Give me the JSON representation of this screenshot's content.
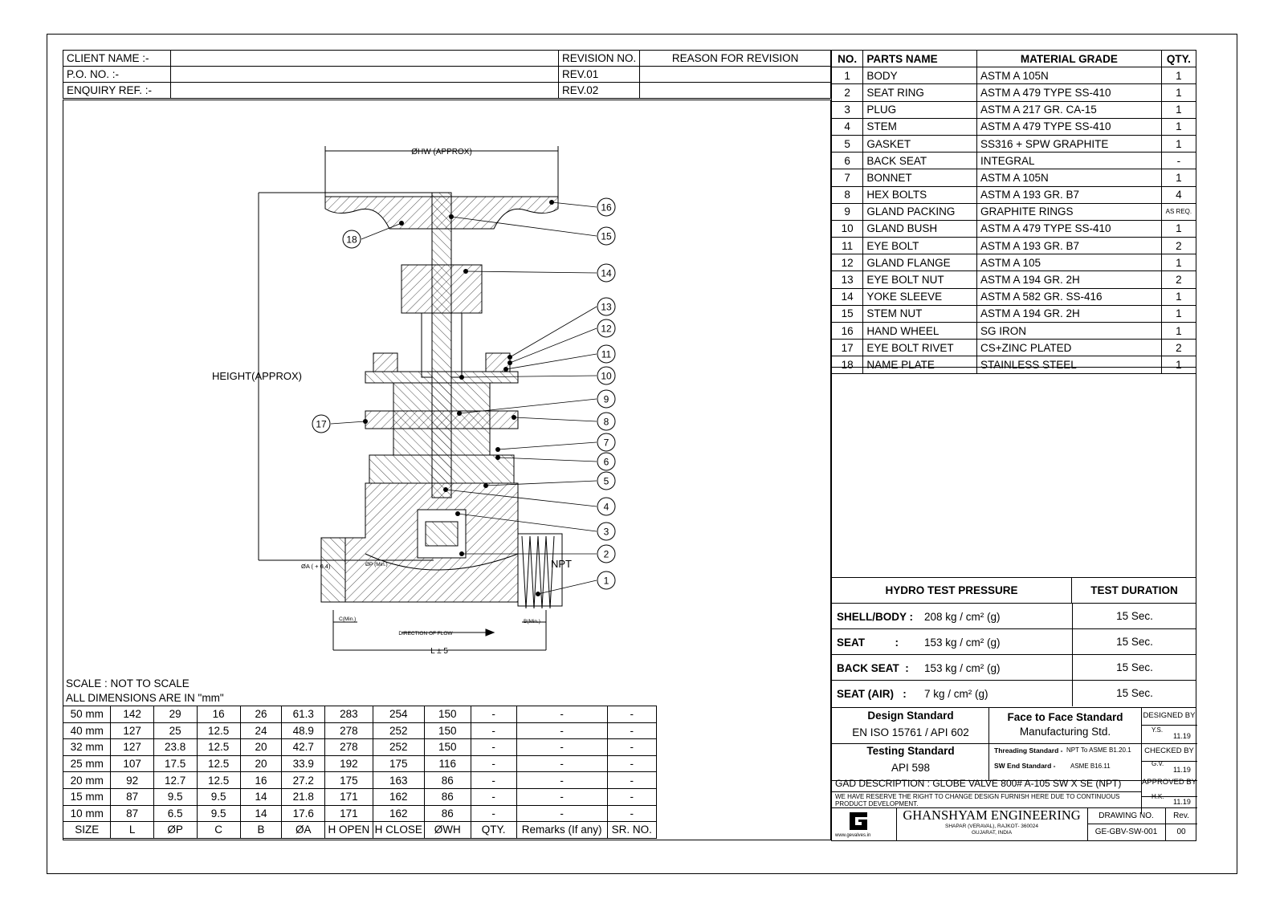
{
  "header": {
    "client_name": "CLIENT NAME :-",
    "po_no": "P.O. NO. :-",
    "enquiry_ref": "ENQUIRY REF. :-",
    "revision_no": "REVISION NO.",
    "reason": "REASON FOR REVISION",
    "rev1": "REV.01",
    "rev2": "REV.02"
  },
  "parts": {
    "headers": [
      "NO.",
      "PARTS NAME",
      "MATERIAL GRADE",
      "QTY."
    ],
    "rows": [
      [
        "1",
        "BODY",
        "ASTM A 105N",
        "1"
      ],
      [
        "2",
        "SEAT RING",
        "ASTM A 479 TYPE SS-410",
        "1"
      ],
      [
        "3",
        "PLUG",
        "ASTM A 217 GR. CA-15",
        "1"
      ],
      [
        "4",
        "STEM",
        "ASTM A 479 TYPE SS-410",
        "1"
      ],
      [
        "5",
        "GASKET",
        "SS316 + SPW GRAPHITE",
        "1"
      ],
      [
        "6",
        "BACK SEAT",
        "INTEGRAL",
        "-"
      ],
      [
        "7",
        "BONNET",
        "ASTM A 105N",
        "1"
      ],
      [
        "8",
        "HEX BOLTS",
        "ASTM A 193 GR. B7",
        "4"
      ],
      [
        "9",
        "GLAND PACKING",
        "GRAPHITE RINGS",
        "AS REQ."
      ],
      [
        "10",
        "GLAND BUSH",
        "ASTM A 479 TYPE SS-410",
        "1"
      ],
      [
        "11",
        "EYE BOLT",
        "ASTM A 193 GR. B7",
        "2"
      ],
      [
        "12",
        "GLAND FLANGE",
        "ASTM A 105",
        "1"
      ],
      [
        "13",
        "EYE BOLT NUT",
        "ASTM A 194 GR. 2H",
        "2"
      ],
      [
        "14",
        "YOKE SLEEVE",
        "ASTM A 582 GR. SS-416",
        "1"
      ],
      [
        "15",
        "STEM NUT",
        "ASTM A 194 GR. 2H",
        "1"
      ],
      [
        "16",
        "HAND WHEEL",
        "SG IRON",
        "1"
      ],
      [
        "17",
        "EYE BOLT RIVET",
        "CS+ZINC PLATED",
        "2"
      ],
      [
        "18",
        "NAME PLATE",
        "STAINLESS STEEL",
        "1"
      ]
    ]
  },
  "hydro": {
    "title": "HYDRO TEST PRESSURE",
    "duration_title": "TEST DURATION",
    "rows": [
      {
        "label": "SHELL/BODY :",
        "value": "208 kg / cm² (g)",
        "duration": "15 Sec."
      },
      {
        "label": "SEAT          :",
        "value": "153 kg / cm² (g)",
        "duration": "15 Sec."
      },
      {
        "label": "BACK SEAT  :",
        "value": "153 kg / cm² (g)",
        "duration": "15 Sec."
      },
      {
        "label": "SEAT (AIR)   :",
        "value": "7 kg / cm² (g)",
        "duration": "15 Sec."
      }
    ]
  },
  "title_block": {
    "design_standard": "Design Standard",
    "design_value": "EN ISO 15761 / API 602",
    "face_standard": "Face to Face Standard",
    "face_value": "Manufacturing Std.",
    "testing_standard": "Testing Standard",
    "testing_value": "API 598",
    "threading_label": "Threading Standard -",
    "threading_value": "NPT To ASME B1.20.1",
    "sw_label": "SW End Standard -",
    "sw_value": "ASME B16.11",
    "designed_by": "DESIGNED BY",
    "designed_initials": "Y.S.",
    "designed_date": "11.19",
    "checked_by": "CHECKED BY",
    "checked_initials": "G.V.",
    "checked_date": "11.19",
    "approved_by": "APPROVED BY",
    "approved_initials": "H.K.",
    "approved_date": "11.19",
    "gad_description": "GAD DESCRIPTION : GLOBE VALVE 800# A-105 SW X SE (NPT)",
    "reserve_note": "WE HAVE RESERVE THE RIGHT TO CHANGE DESIGN FURNISH HERE DUE TO CONTINUOUS PRODUCT DEVELOPMENT.",
    "company": "GHANSHYAM ENGINEERING",
    "address1": "SHAPAR (VERAVAL), RAJKOT- 360024",
    "address2": "GUJARAT, INDIA",
    "website": "www.gevalves.in",
    "drawing_no_label": "DRAWING NO.",
    "drawing_no": "GE-GBV-SW-001",
    "rev_label": "Rev.",
    "rev": "00"
  },
  "notes": {
    "scale": "SCALE : NOT TO SCALE",
    "units": "ALL DIMENSIONS ARE IN \"mm\""
  },
  "dimensions": {
    "headers": [
      "SIZE",
      "L",
      "ØP",
      "C",
      "B",
      "ØA",
      "H OPEN",
      "H CLOSE",
      "ØWH",
      "QTY.",
      "Remarks (If any)",
      "SR. NO."
    ],
    "rows": [
      [
        "50 mm",
        "142",
        "29",
        "16",
        "26",
        "61.3",
        "283",
        "254",
        "150",
        "-",
        "-",
        "-"
      ],
      [
        "40 mm",
        "127",
        "25",
        "12.5",
        "24",
        "48.9",
        "278",
        "252",
        "150",
        "-",
        "-",
        "-"
      ],
      [
        "32 mm",
        "127",
        "23.8",
        "12.5",
        "20",
        "42.7",
        "278",
        "252",
        "150",
        "-",
        "-",
        "-"
      ],
      [
        "25 mm",
        "107",
        "17.5",
        "12.5",
        "20",
        "33.9",
        "192",
        "175",
        "116",
        "-",
        "-",
        "-"
      ],
      [
        "20 mm",
        "92",
        "12.7",
        "12.5",
        "16",
        "27.2",
        "175",
        "163",
        "86",
        "-",
        "-",
        "-"
      ],
      [
        "15 mm",
        "87",
        "9.5",
        "9.5",
        "14",
        "21.8",
        "171",
        "162",
        "86",
        "-",
        "-",
        "-"
      ],
      [
        "10 mm",
        "87",
        "6.5",
        "9.5",
        "14",
        "17.6",
        "171",
        "162",
        "86",
        "-",
        "-",
        "-"
      ]
    ]
  },
  "drawing": {
    "hw_label": "ØHW (APPROX)",
    "height_label": "HEIGHT(APPROX)",
    "npt_label": "NPT",
    "a_label": "ØA ( + 0.4)",
    "p_label": "ØP (Min.)",
    "c_label": "C(Min.)",
    "b_label": "B(Min.)",
    "flow_label": "DIRECTION OF FLOW",
    "l_label": "L ± 5",
    "balloons": [
      "16",
      "15",
      "18",
      "14",
      "13",
      "12",
      "11",
      "10",
      "17",
      "9",
      "8",
      "7",
      "6",
      "5",
      "4",
      "3",
      "2",
      "1"
    ]
  }
}
